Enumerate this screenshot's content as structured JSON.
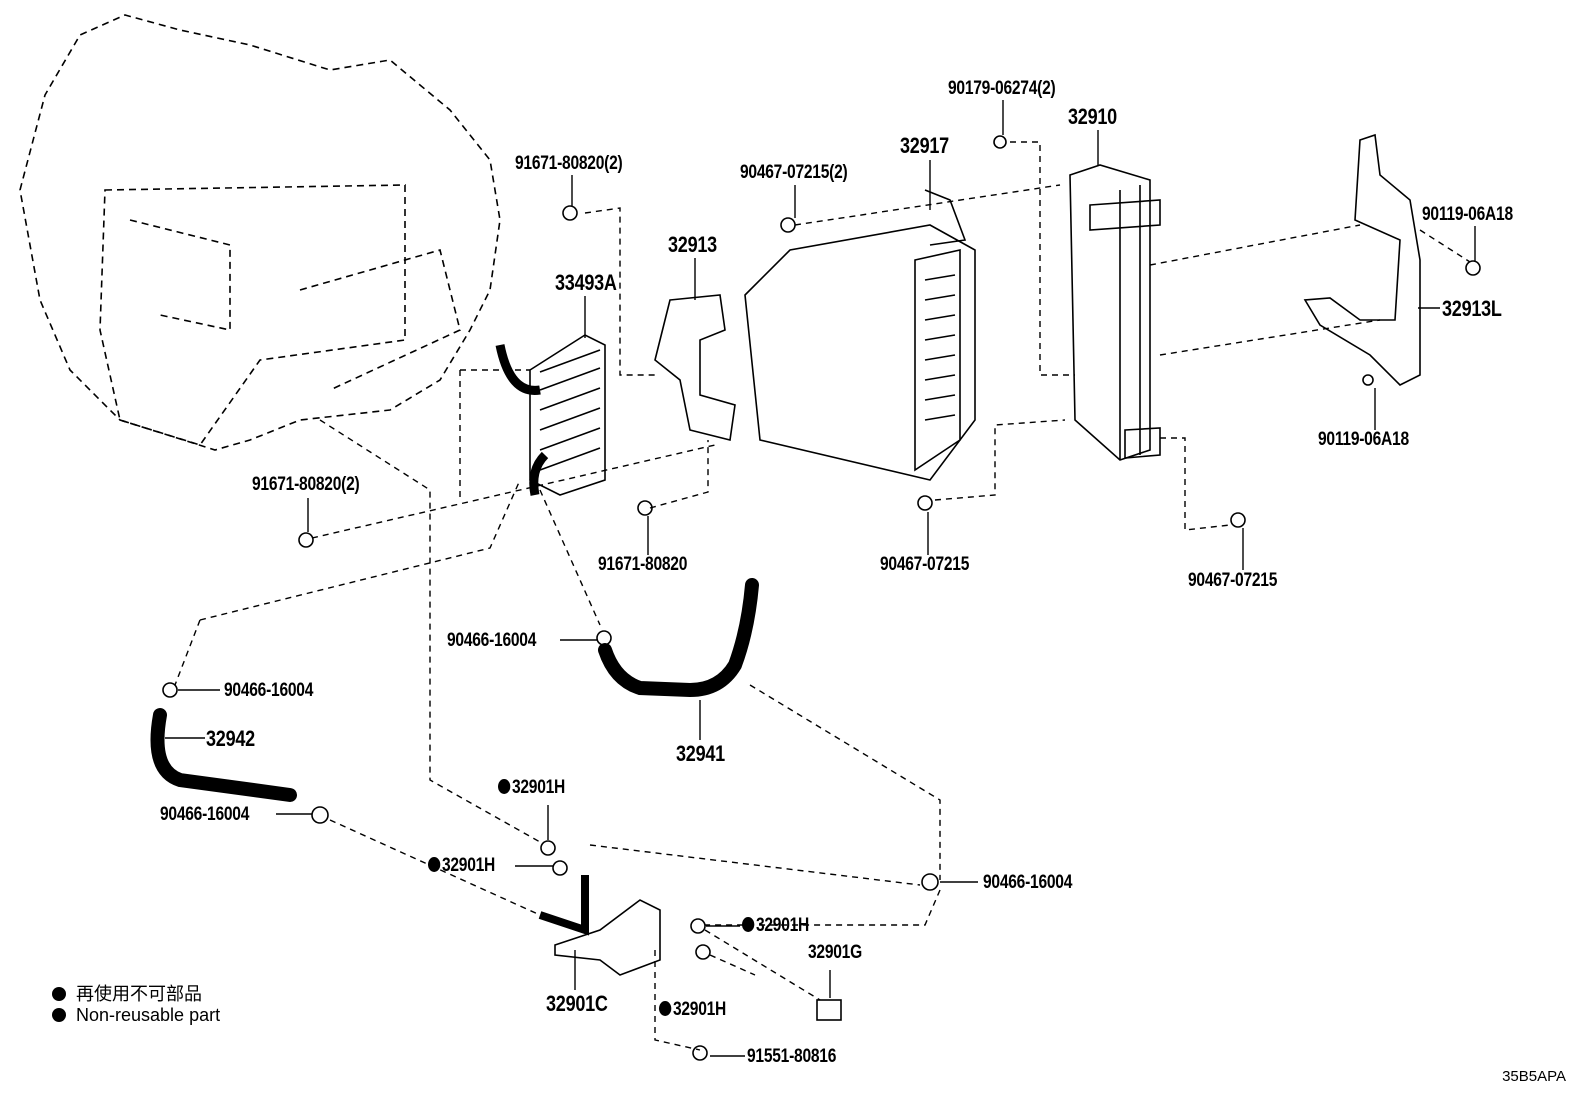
{
  "labels": [
    {
      "text": "90179-06274(2)"
    },
    {
      "text": "32910"
    },
    {
      "text": "32917"
    },
    {
      "text": "90467-07215(2)"
    },
    {
      "text": "91671-80820(2)"
    },
    {
      "text": "32913"
    },
    {
      "text": "33493A"
    },
    {
      "text": "90119-06A18"
    },
    {
      "text": "32913L"
    },
    {
      "text": "90119-06A18"
    },
    {
      "text": "91671-80820(2)"
    },
    {
      "text": "91671-80820"
    },
    {
      "text": "90467-07215"
    },
    {
      "text": "90467-07215"
    },
    {
      "text": "90466-16004"
    },
    {
      "text": "90466-16004"
    },
    {
      "text": "32942"
    },
    {
      "text": "32941"
    },
    {
      "text": "32901H",
      "non_reusable": true
    },
    {
      "text": "90466-16004"
    },
    {
      "text": "32901H",
      "non_reusable": true
    },
    {
      "text": "90466-16004"
    },
    {
      "text": "32901H",
      "non_reusable": true
    },
    {
      "text": "32901G"
    },
    {
      "text": "32901C"
    },
    {
      "text": "32901H",
      "non_reusable": true
    },
    {
      "text": "91551-80816"
    }
  ],
  "legend": {
    "japanese": "再使用不可部品",
    "english": "Non-reusable part"
  },
  "diagram_code": "35B5APA"
}
